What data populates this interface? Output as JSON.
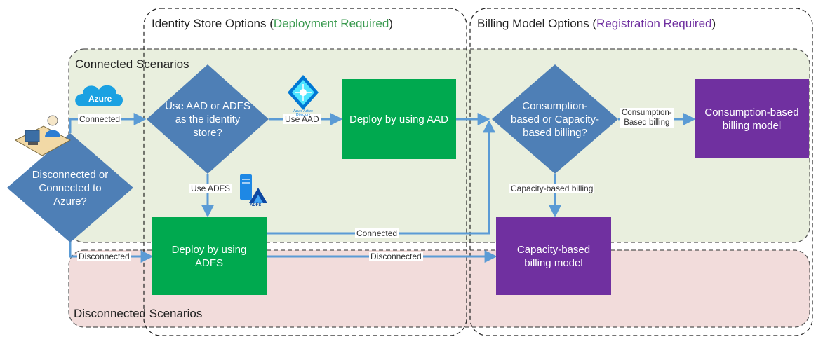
{
  "colors": {
    "connected_region": "#e9efde",
    "disconnected_region": "#f2dcdb",
    "decision": "#4e7fb6",
    "deploy": "#00a94f",
    "billing": "#7030a0",
    "arrow": "#5b9bd5",
    "deployment_required": "#3a9a4f",
    "registration_required": "#7030a0"
  },
  "columns": {
    "identity": {
      "title": "Identity Store Options (",
      "highlight": "Deployment Required",
      "close": ")"
    },
    "billing": {
      "title": "Billing Model Options (",
      "highlight": "Registration Required",
      "close": ")"
    }
  },
  "regions": {
    "connected": "Connected Scenarios",
    "disconnected": "Disconnected Scenarios"
  },
  "nodes": {
    "decision_connected": "Disconnected or\nConnected to\nAzure?",
    "decision_identity": "Use AAD or ADFS\nas the identity\nstore?",
    "deploy_aad": "Deploy by using AAD",
    "deploy_adfs": "Deploy by using\nADFS",
    "decision_billing": "Consumption-\nbased or Capacity-\nbased billing?",
    "consumption_model": "Consumption-based\nbilling model",
    "capacity_model": "Capacity-based\nbilling model"
  },
  "edges": {
    "connected": "Connected",
    "disconnected": "Disconnected",
    "use_aad": "Use AAD",
    "use_adfs": "Use ADFS",
    "connected_adfs": "Connected",
    "disconnected_adfs": "Disconnected",
    "consumption_billing": "Consumption-\nBased billing",
    "capacity_billing": "Capacity-based billing"
  },
  "icons": {
    "azure_cloud": {
      "icon": "cloud-icon",
      "label": "Azure"
    },
    "aad": {
      "icon": "azure-active-directory-icon",
      "label": "Azure Active Directory"
    },
    "adfs": {
      "icon": "server-icon",
      "label": "ADFS"
    },
    "user": {
      "icon": "user-at-computer-icon"
    }
  }
}
